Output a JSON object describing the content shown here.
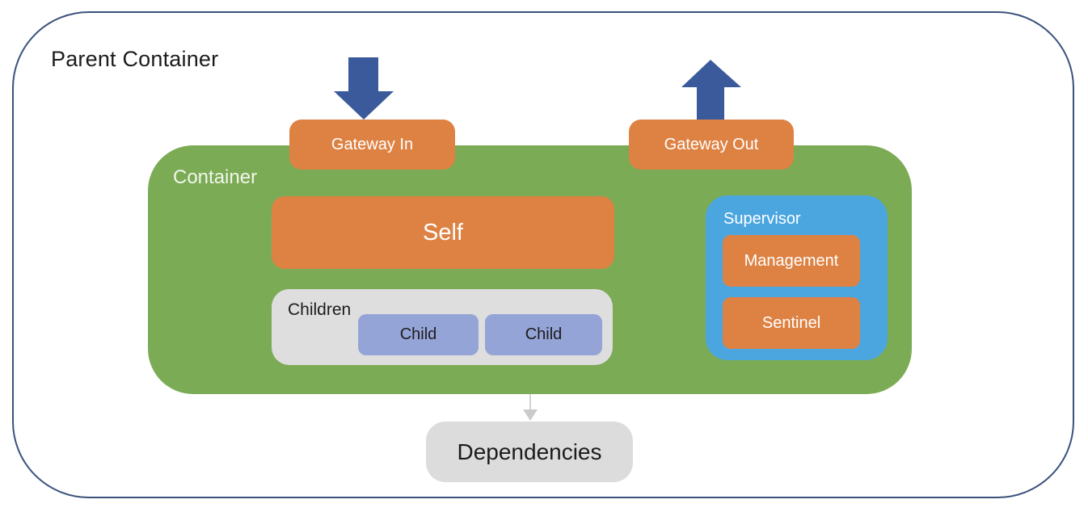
{
  "colors": {
    "page_bg": "#FFFFFF",
    "parent_border": "#3A527C",
    "arrow_blue": "#3A5A9B",
    "container_green": "#7BAB54",
    "box_orange": "#DE8244",
    "supervisor_blue": "#4BA6E0",
    "child_periwinkle": "#95A4D7",
    "children_gray": "#DEDEDE",
    "dependencies_gray": "#DCDCDC",
    "connector_gray": "#C4C4C4",
    "text_dark": "#1C1C1C",
    "text_light": "#FFFFFF"
  },
  "diagram": {
    "parent_container": {
      "label": "Parent Container"
    },
    "container": {
      "label": "Container"
    },
    "gateways": {
      "in_label": "Gateway In",
      "out_label": "Gateway Out"
    },
    "self_box": {
      "label": "Self"
    },
    "children": {
      "label": "Children",
      "items": [
        {
          "label": "Child"
        },
        {
          "label": "Child"
        }
      ]
    },
    "supervisor": {
      "label": "Supervisor",
      "management_label": "Management",
      "sentinel_label": "Sentinel"
    },
    "dependencies": {
      "label": "Dependencies"
    },
    "icons": {
      "inbound_arrow": "block-arrow-down",
      "outbound_arrow": "block-arrow-up",
      "dependency_arrow": "thin-arrow-down"
    }
  }
}
